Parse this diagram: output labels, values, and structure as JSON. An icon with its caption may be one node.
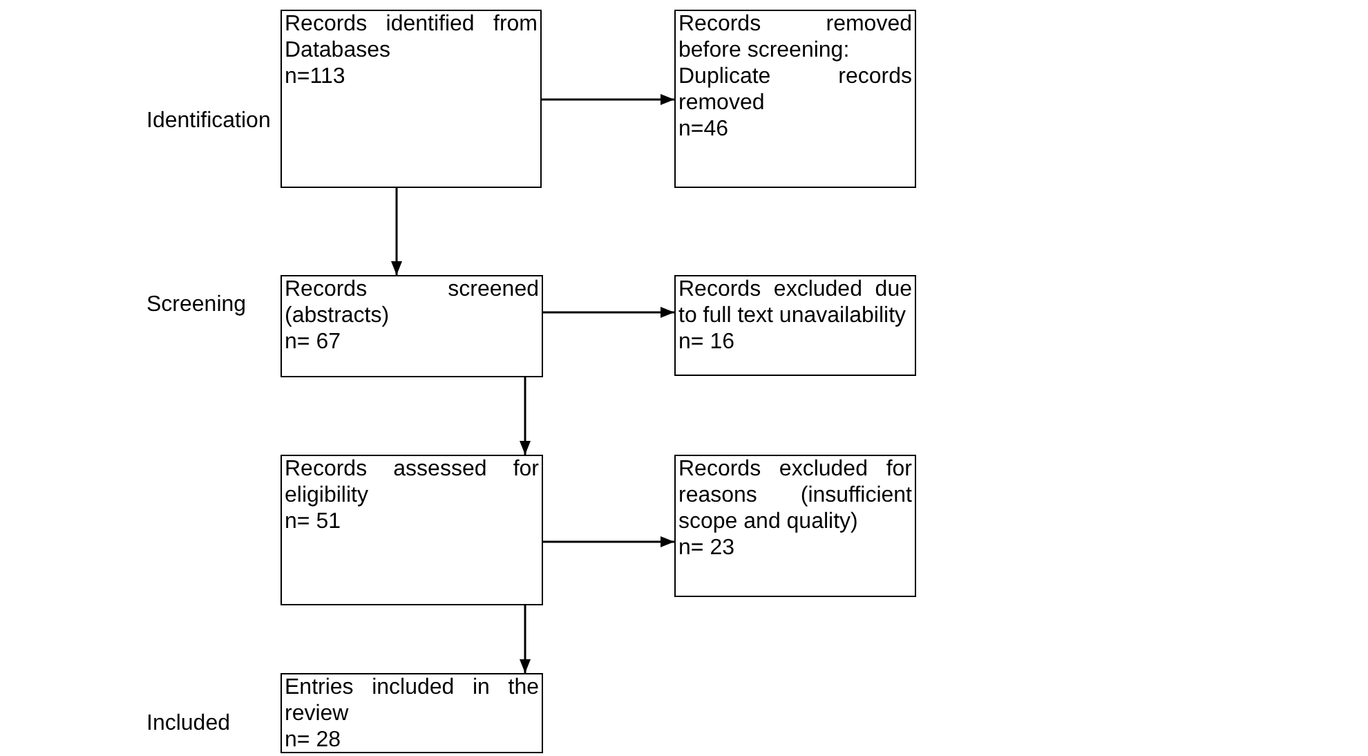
{
  "diagram": {
    "nodes": [
      {
        "text": [
          "Records identified from Databases",
          "n=113"
        ]
      },
      {
        "text": [
          "Records removed before screening:",
          "Duplicate records removed",
          "n=46"
        ]
      },
      {
        "text": [
          "Records screened (abstracts)",
          "n= 67"
        ]
      },
      {
        "text": [
          "Records excluded due to full text unavailability",
          "n= 16"
        ]
      },
      {
        "text": [
          "Records assessed for eligibility",
          "n= 51"
        ]
      },
      {
        "text": [
          "Records excluded for reasons (insufficient scope and quality)",
          "n= 23"
        ]
      },
      {
        "text": [
          "Entries included in the review",
          "n= 28"
        ]
      }
    ],
    "edges": [
      {
        "from": 0,
        "to": 1,
        "arrow": "to"
      },
      {
        "from": 0,
        "to": 2,
        "arrow": "to"
      },
      {
        "from": 2,
        "to": 3,
        "arrow": "to"
      },
      {
        "from": 2,
        "to": 4,
        "arrow": "to"
      },
      {
        "from": 4,
        "to": 5,
        "arrow": "to"
      },
      {
        "from": 4,
        "to": 6,
        "arrow": "to"
      }
    ],
    "labels": [
      "Identification",
      "Screening",
      "Included"
    ]
  }
}
